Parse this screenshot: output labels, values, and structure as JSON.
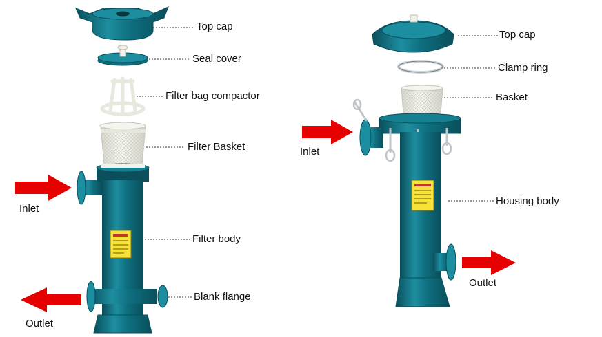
{
  "colors": {
    "housing": "#0e6e7e",
    "housing_dark": "#0a4f5b",
    "housing_light": "#1d8ea0",
    "arrow": "#e60000",
    "basket": "#f1f1ea",
    "warning": "#f7e23a",
    "leader": "#333333"
  },
  "left_unit": {
    "labels": {
      "top_cap": "Top cap",
      "seal_cover": "Seal cover",
      "filter_bag_compactor": "Filter bag compactor",
      "filter_basket": "Filter Basket",
      "filter_body": "Filter body",
      "blank_flange": "Blank flange"
    },
    "flow": {
      "inlet": "Inlet",
      "outlet": "Outlet"
    }
  },
  "right_unit": {
    "labels": {
      "top_cap": "Top cap",
      "clamp_ring": "Clamp ring",
      "basket": "Basket",
      "housing_body": "Housing body"
    },
    "flow": {
      "inlet": "Inlet",
      "outlet": "Outlet"
    }
  },
  "icons": {
    "flow_arrow": "arrow-right-icon",
    "warning_label": "warning-sticker-icon"
  }
}
